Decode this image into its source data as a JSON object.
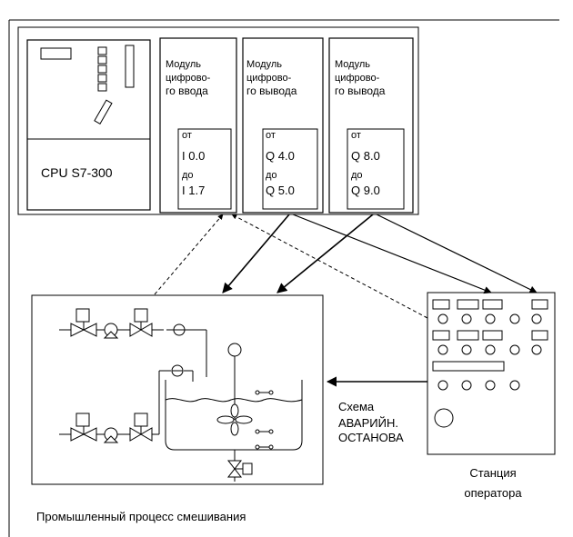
{
  "plc": {
    "cpu_label": "CPU S7-300",
    "modules": [
      {
        "line1": "Модуль",
        "line2": "цифрово-",
        "line3": "го ввода",
        "from_word": "от",
        "from_addr": "I 0.0",
        "to_word": "до",
        "to_addr": "I 1.7"
      },
      {
        "line1": "Модуль",
        "line2": "цифрово-",
        "line3": "го вывода",
        "from_word": "от",
        "from_addr": "Q 4.0",
        "to_word": "до",
        "to_addr": "Q 5.0"
      },
      {
        "line1": "Модуль",
        "line2": "цифрово-",
        "line3": "го вывода",
        "from_word": "от",
        "from_addr": "Q 8.0",
        "to_word": "до",
        "to_addr": "Q 9.0"
      }
    ]
  },
  "process": {
    "caption": "Промышленный процесс смешивания"
  },
  "operator_station": {
    "caption_line1": "Станция",
    "caption_line2": "оператора"
  },
  "emergency": {
    "line1": "Схема",
    "line2": "АВАРИЙН.",
    "line3": "ОСТАНОВА"
  },
  "colors": {
    "line": "#000000",
    "background": "#ffffff"
  }
}
